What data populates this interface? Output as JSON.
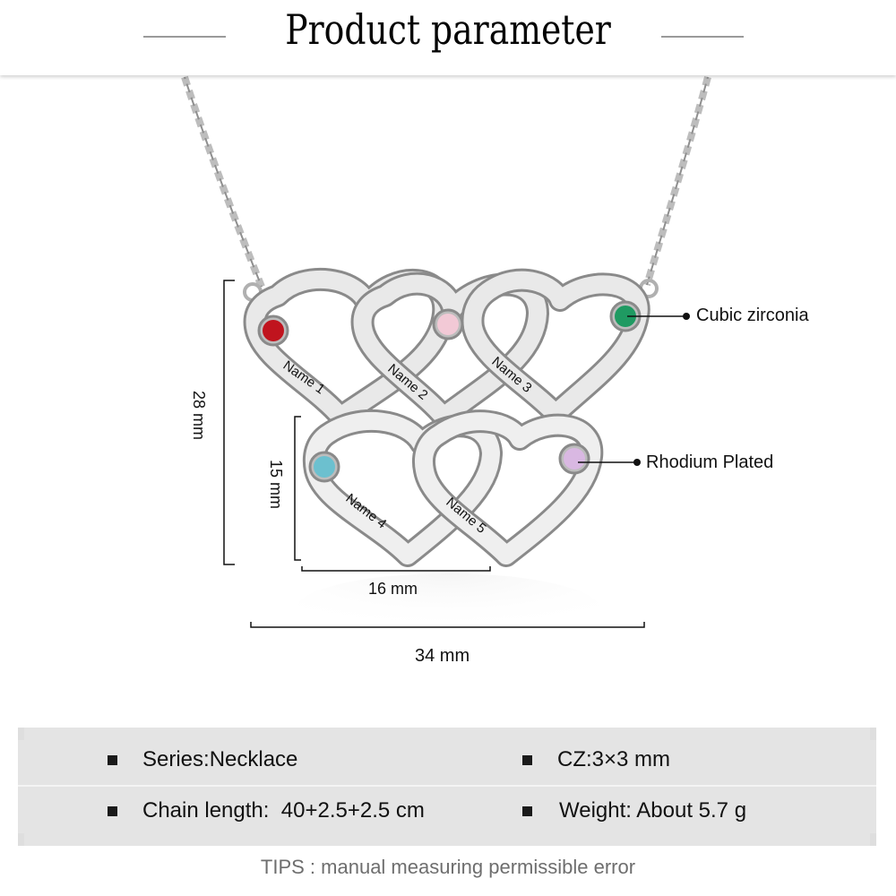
{
  "header": {
    "title": "Product parameter"
  },
  "product_image": {
    "description": "Silver necklace with five interlocking hearts, each engraved with a name and set with a birthstone",
    "engravings": [
      "Name 1",
      "Name 2",
      "Name 3",
      "Name 4",
      "Name 5"
    ],
    "stones": [
      {
        "heart": "Name 1",
        "color": "#c0141e"
      },
      {
        "heart": "Name 2",
        "color": "#f2c9d6"
      },
      {
        "heart": "Name 3",
        "color": "#1f9a62"
      },
      {
        "heart": "Name 4",
        "color": "#6cc0cf"
      },
      {
        "heart": "Name 5",
        "color": "#d9b8e2"
      }
    ]
  },
  "callouts": {
    "stone": "Cubic zirconia",
    "plating": "Rhodium Plated"
  },
  "dimensions": {
    "total_height": "28 mm",
    "heart_height": "15 mm",
    "heart_width": "16 mm",
    "total_width": "34 mm"
  },
  "specs": {
    "rows": [
      {
        "left": "Series:Necklace",
        "right": "CZ:3×3 mm"
      },
      {
        "left": "Chain length:  40+2.5+2.5 cm",
        "right": "Weight: About 5.7 g"
      }
    ]
  },
  "tips": "TIPS : manual measuring permissible error"
}
